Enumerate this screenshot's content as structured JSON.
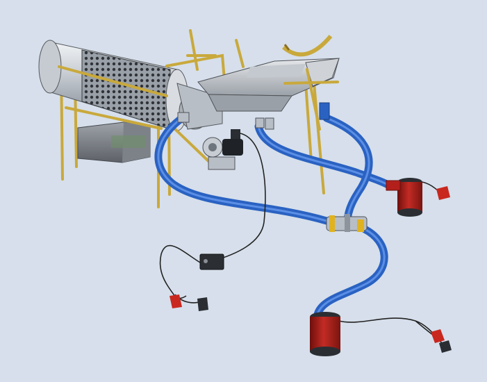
{
  "scene": {
    "background": "#d6dfeb",
    "colors": {
      "frame_brass": "#c9a93c",
      "hose_blue": "#2a62c2",
      "pump_red": "#b3201c",
      "steel": "#b8bec6",
      "cable": "#222222"
    },
    "components": [
      "trommel-drum",
      "brass-frame",
      "sluice-box",
      "hopper-tray",
      "blue-suction-hose",
      "bilge-pump-upper",
      "bilge-pump-lower",
      "electric-motor",
      "switch-box",
      "battery-clamps"
    ]
  }
}
